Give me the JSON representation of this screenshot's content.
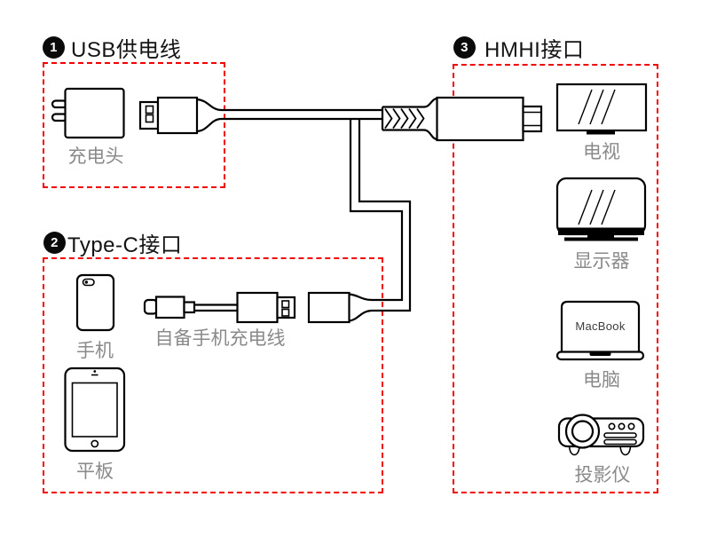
{
  "colors": {
    "accent_red": "#f30000",
    "line_black": "#000000",
    "label_gray": "#8a8a8a",
    "background": "#ffffff"
  },
  "sections": {
    "usb_power": {
      "number": "1",
      "title": "USB供电线",
      "items": {
        "charger": "充电头"
      }
    },
    "type_c": {
      "number": "2",
      "title": "Type-C接口",
      "items": {
        "phone": "手机",
        "own_cable": "自备手机充电线",
        "tablet": "平板"
      }
    },
    "hdmi": {
      "number": "3",
      "title": "HMHI接口",
      "items": {
        "tv": "电视",
        "monitor": "显示器",
        "computer": "电脑",
        "projector": "投影仪"
      },
      "laptop_screen_text": "MacBook"
    }
  },
  "icons": {
    "usb_power": [
      "power-adapter-icon",
      "usb-plug-icon"
    ],
    "type_c": [
      "phone-icon",
      "type-c-cable-icon",
      "usb-female-connector-icon",
      "tablet-icon"
    ],
    "hdmi": [
      "hdmi-plug-icon",
      "tv-icon",
      "monitor-icon",
      "laptop-icon",
      "projector-icon"
    ],
    "cable_parts": [
      "main-cable",
      "spring-strain-relief",
      "branch-cable"
    ]
  }
}
